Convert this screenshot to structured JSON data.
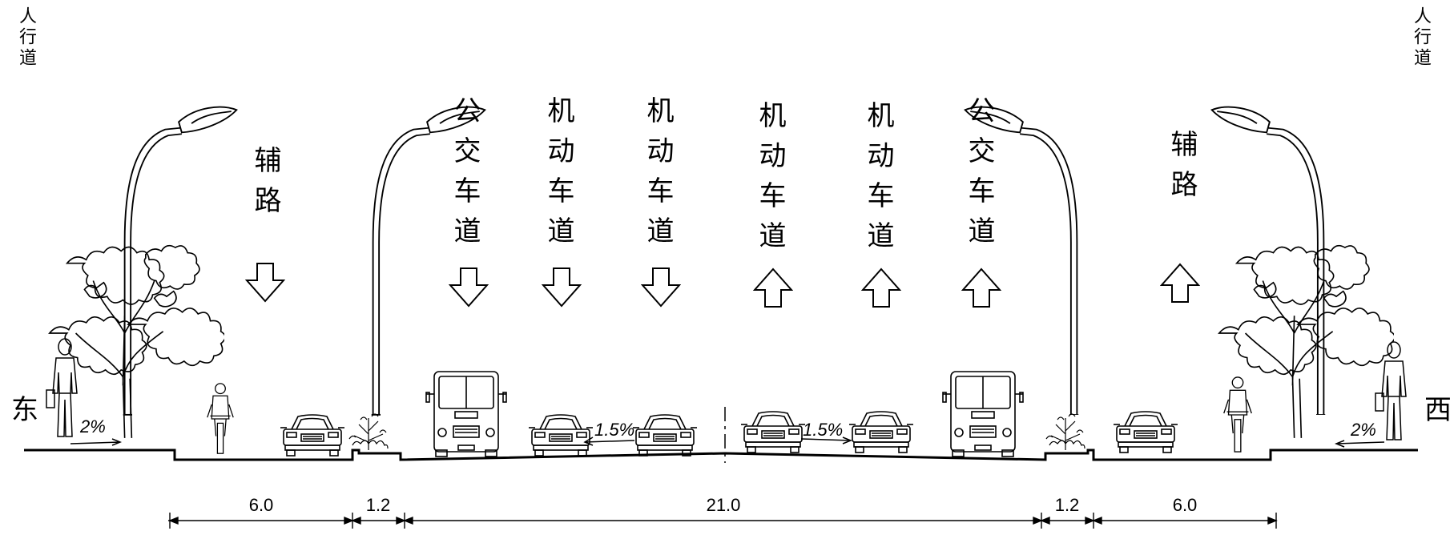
{
  "sidewalk_label": "人行道",
  "directions": {
    "east": "东",
    "west": "西"
  },
  "lane_labels": [
    "辅路",
    "公交车道",
    "机动车道",
    "机动车道",
    "机动车道",
    "机动车道",
    "公交车道",
    "辅路"
  ],
  "lane_flow": [
    "down",
    "down",
    "down",
    "down",
    "up",
    "up",
    "up",
    "up"
  ],
  "slopes": [
    "2%",
    "1.5%",
    "1.5%",
    "2%"
  ],
  "dimensions": [
    "6.0",
    "1.2",
    "21.0",
    "1.2",
    "6.0"
  ],
  "icons": {
    "street_lamp": "street-lamp-icon",
    "tree": "tree-icon",
    "pedestrian": "pedestrian-icon",
    "cyclist": "cyclist-icon",
    "car": "car-icon",
    "bus": "bus-icon",
    "shrub": "shrub-icon",
    "arrow_down": "arrow-down-icon",
    "arrow_up": "arrow-up-icon"
  }
}
